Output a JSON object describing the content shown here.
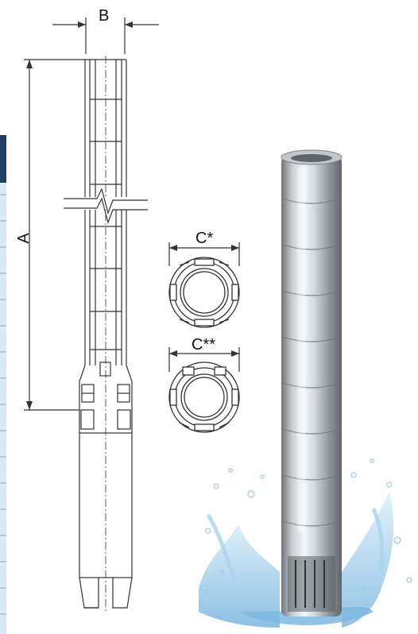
{
  "dimensions": {
    "a_label": "A",
    "b_label": "B",
    "c_single_label": "C*",
    "c_double_label": "C**"
  },
  "colors": {
    "line": "#333333",
    "table_edge": "#9fc3e3",
    "table_header": "#1f3f5f",
    "water": "#8fc3e6",
    "steel_light": "#e6e9ec",
    "steel_dark": "#7b8288"
  }
}
